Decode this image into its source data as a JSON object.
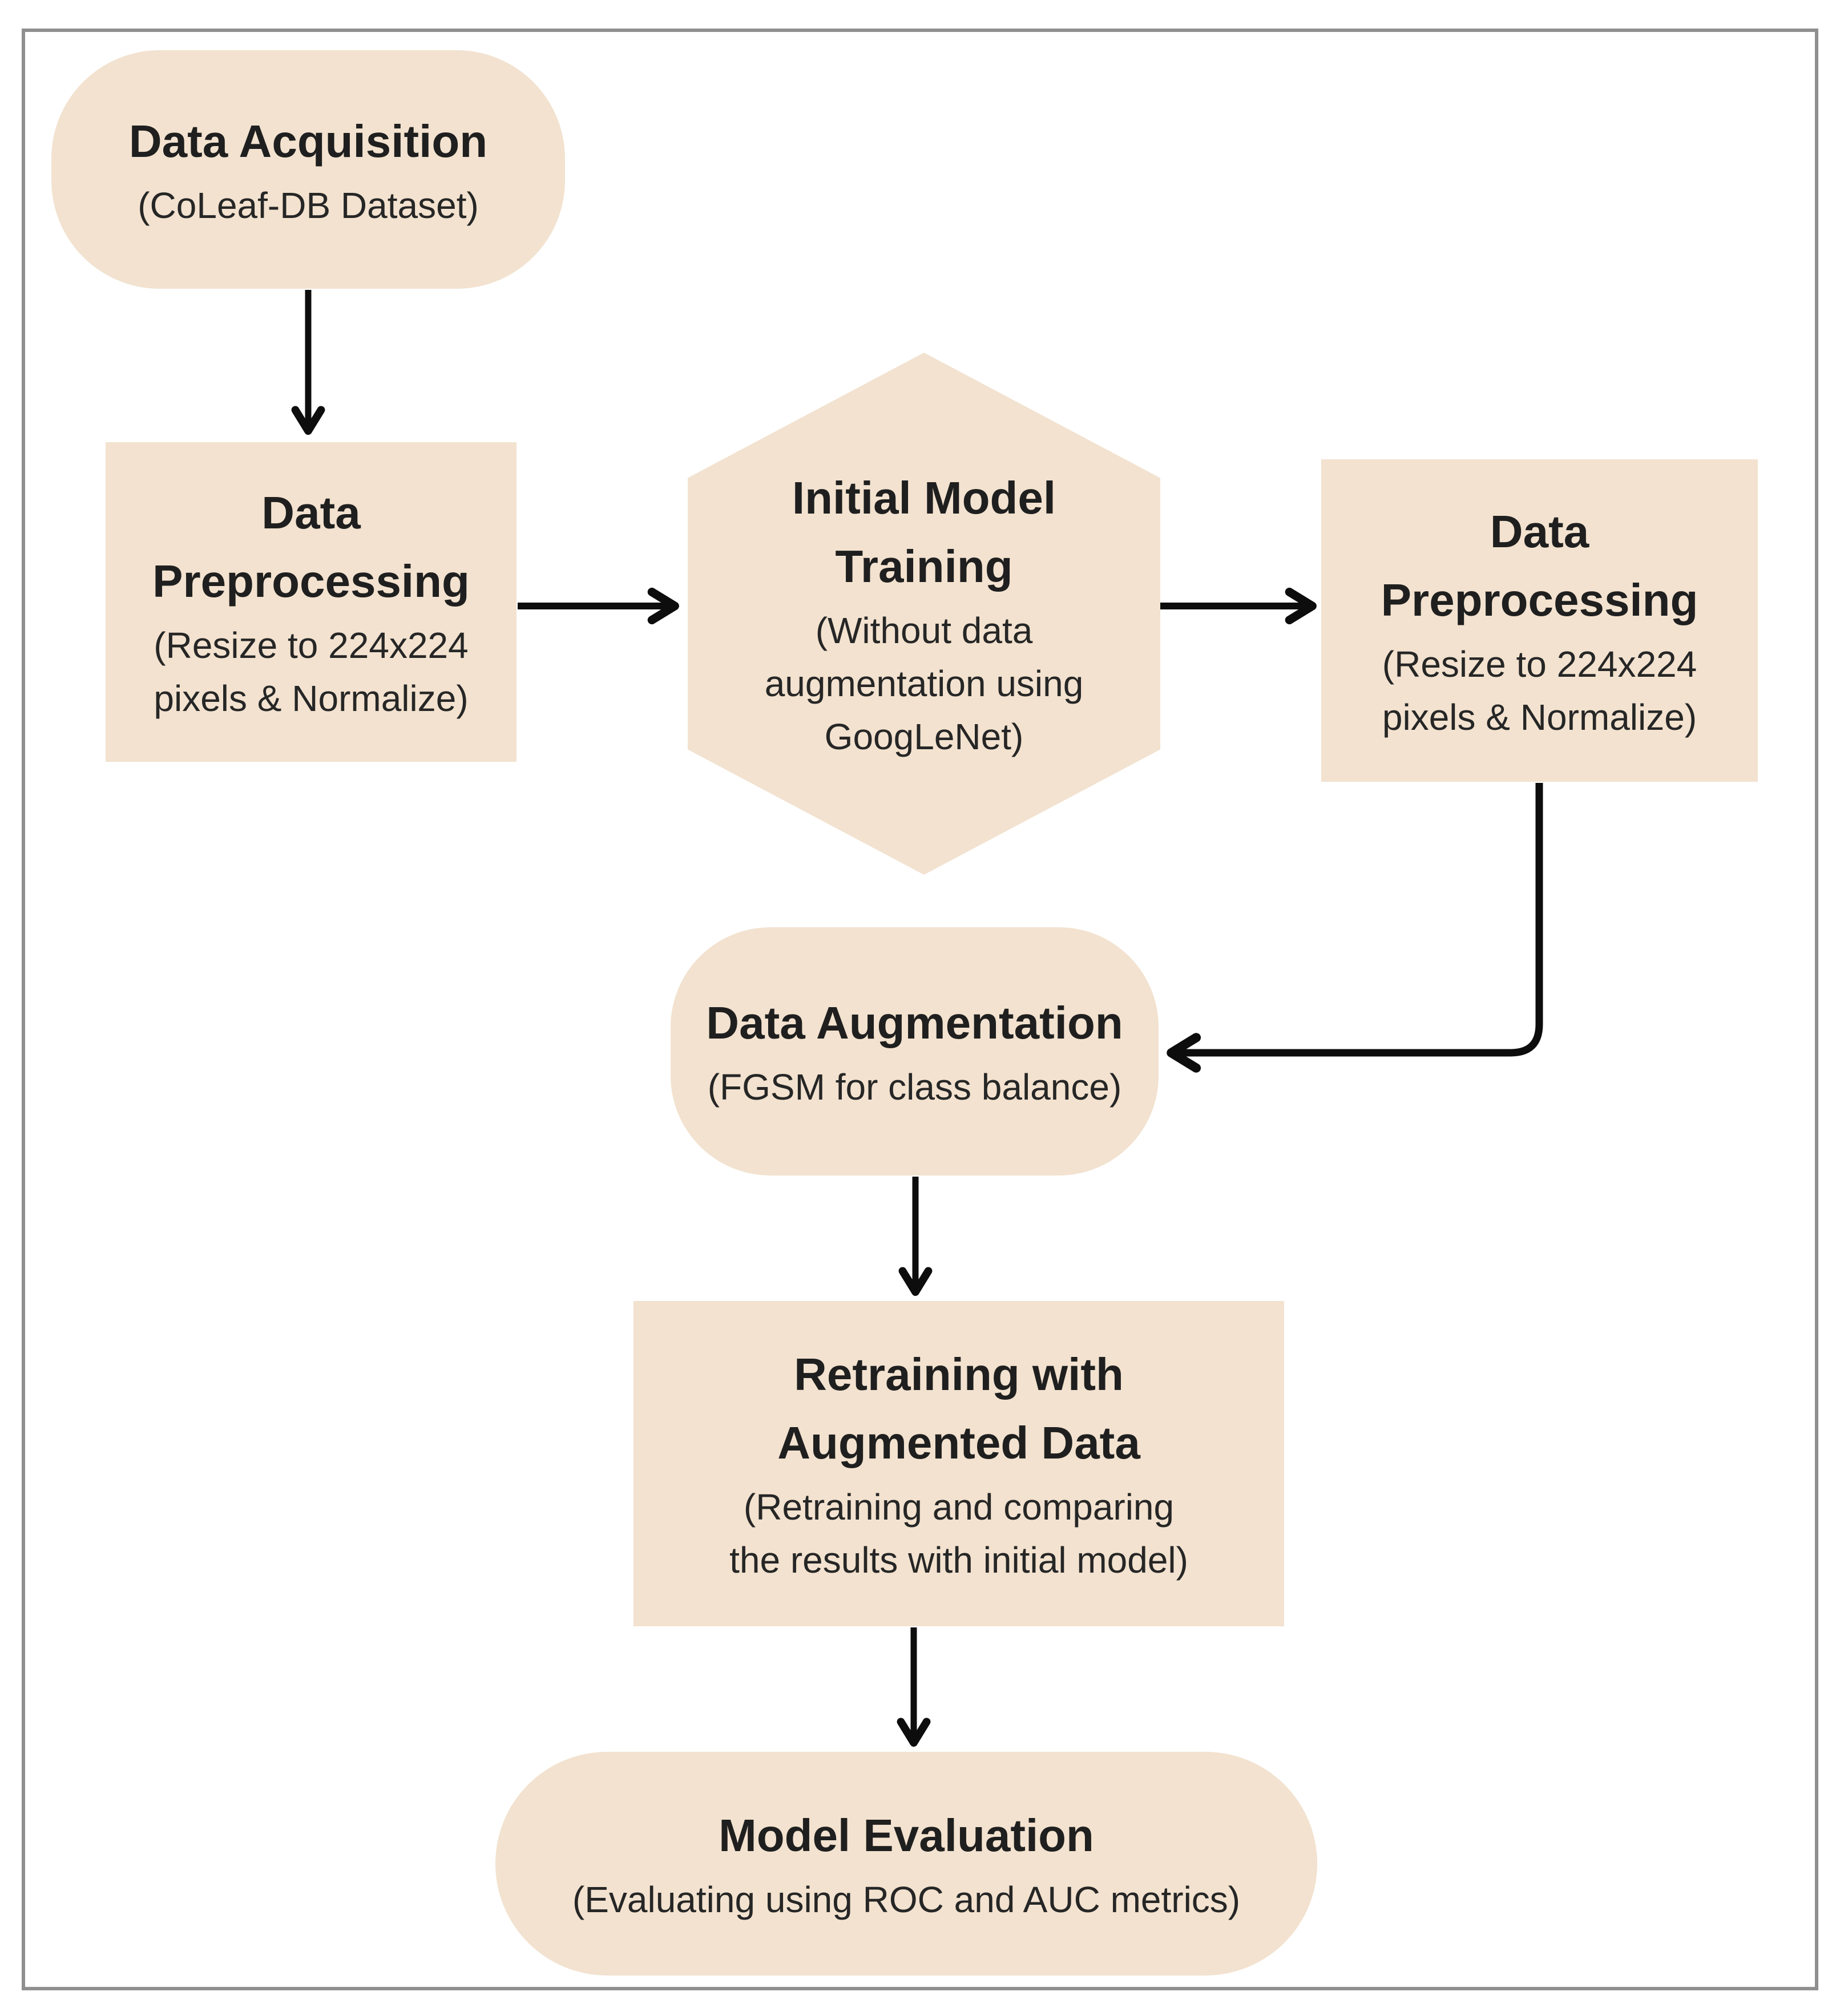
{
  "figure": {
    "type": "flowchart",
    "background_color": "#ffffff",
    "frame_color": "#8f8f8f",
    "node_fill_color": "#f2e2cf",
    "title_color": "#1f1f1f",
    "subtitle_color": "#262626",
    "arrow_color": "#0d0d0d"
  },
  "nodes": [
    {
      "id": "data-acquisition",
      "shape": "rounded-pill",
      "title": "Data Acquisition",
      "subtitle": "(CoLeaf-DB Dataset)"
    },
    {
      "id": "data-preprocessing-left",
      "shape": "rectangle",
      "title": "Data\nPreprocessing",
      "subtitle": "(Resize to 224x224\npixels & Normalize)"
    },
    {
      "id": "initial-model-training",
      "shape": "hexagon",
      "title": "Initial Model\nTraining",
      "subtitle": "(Without data\naugmentation using\nGoogLeNet)"
    },
    {
      "id": "data-preprocessing-right",
      "shape": "rectangle",
      "title": "Data\nPreprocessing",
      "subtitle": "(Resize to 224x224\npixels & Normalize)"
    },
    {
      "id": "data-augmentation",
      "shape": "rounded-pill",
      "title": "Data Augmentation",
      "subtitle": "(FGSM for class balance)"
    },
    {
      "id": "retraining-augmented",
      "shape": "rectangle",
      "title": "Retraining with\nAugmented Data",
      "subtitle": "(Retraining and comparing\nthe results with initial model)"
    },
    {
      "id": "model-evaluation",
      "shape": "rounded-pill",
      "title": "Model Evaluation",
      "subtitle": "(Evaluating using ROC and AUC metrics)"
    }
  ],
  "edges": [
    {
      "from": "data-acquisition",
      "to": "data-preprocessing-left",
      "route": "straight-down"
    },
    {
      "from": "data-preprocessing-left",
      "to": "initial-model-training",
      "route": "straight-right"
    },
    {
      "from": "initial-model-training",
      "to": "data-preprocessing-right",
      "route": "straight-right"
    },
    {
      "from": "data-preprocessing-right",
      "to": "data-augmentation",
      "route": "elbow-down-left"
    },
    {
      "from": "data-augmentation",
      "to": "retraining-augmented",
      "route": "straight-down"
    },
    {
      "from": "retraining-augmented",
      "to": "model-evaluation",
      "route": "straight-down"
    }
  ]
}
